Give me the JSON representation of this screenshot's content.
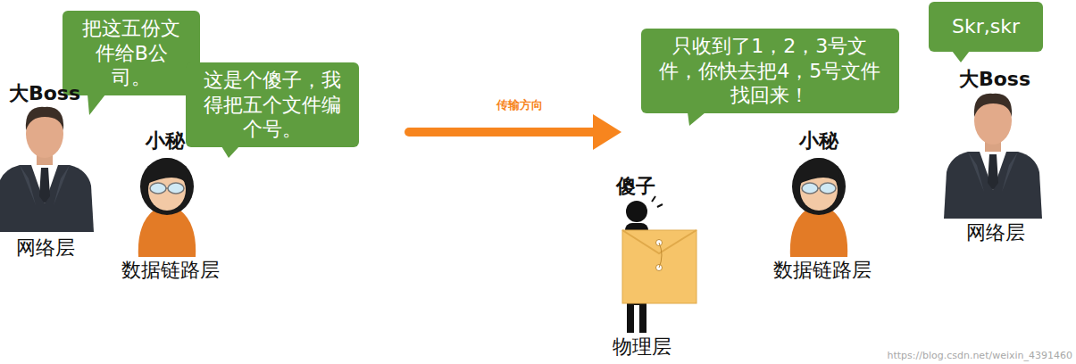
{
  "diagram": {
    "nodes": [
      {
        "text": [
          "把这五份文件给B公司。"
        ]
      },
      {
        "text": [
          "这是个傻子，我得把五个文件编个号。"
        ]
      },
      {
        "text": [
          "只收到了1，2，3号文件，你快去把4，5号文件找回来！"
        ]
      },
      {
        "text": [
          "Skr,skr"
        ]
      }
    ],
    "labels": [
      "大Boss",
      "网络层",
      "小秘",
      "数据链路层",
      "传输方向",
      "傻子",
      "物理层",
      "小秘",
      "数据链路层",
      "大Boss",
      "网络层",
      "https://blog.csdn.net/weixin_4391460"
    ]
  }
}
